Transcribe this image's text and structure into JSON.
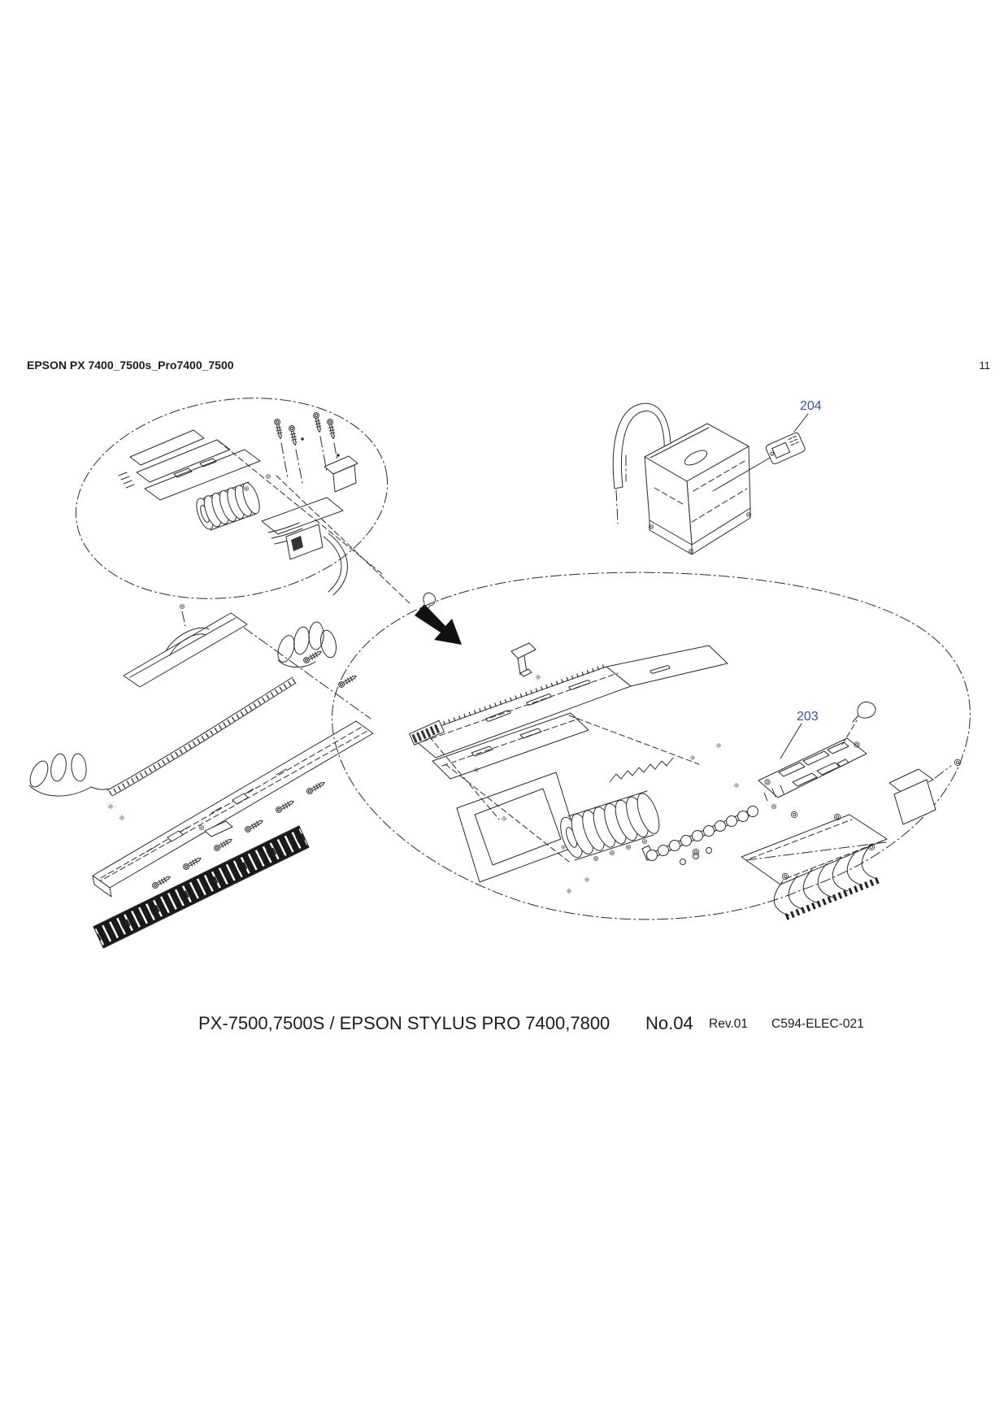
{
  "header": {
    "title": "EPSON PX 7400_7500s_Pro7400_7500",
    "page_number": "11"
  },
  "callouts": {
    "c204": "204",
    "c203": "203"
  },
  "footer": {
    "caption": "PX-7500,7500S / EPSON STYLUS PRO 7400,7800",
    "sheet": "No.04",
    "revision": "Rev.01",
    "doc_code": "C594-ELEC-021"
  },
  "colors": {
    "callout": "#3B4FA5",
    "line": "#2B2B2B"
  }
}
